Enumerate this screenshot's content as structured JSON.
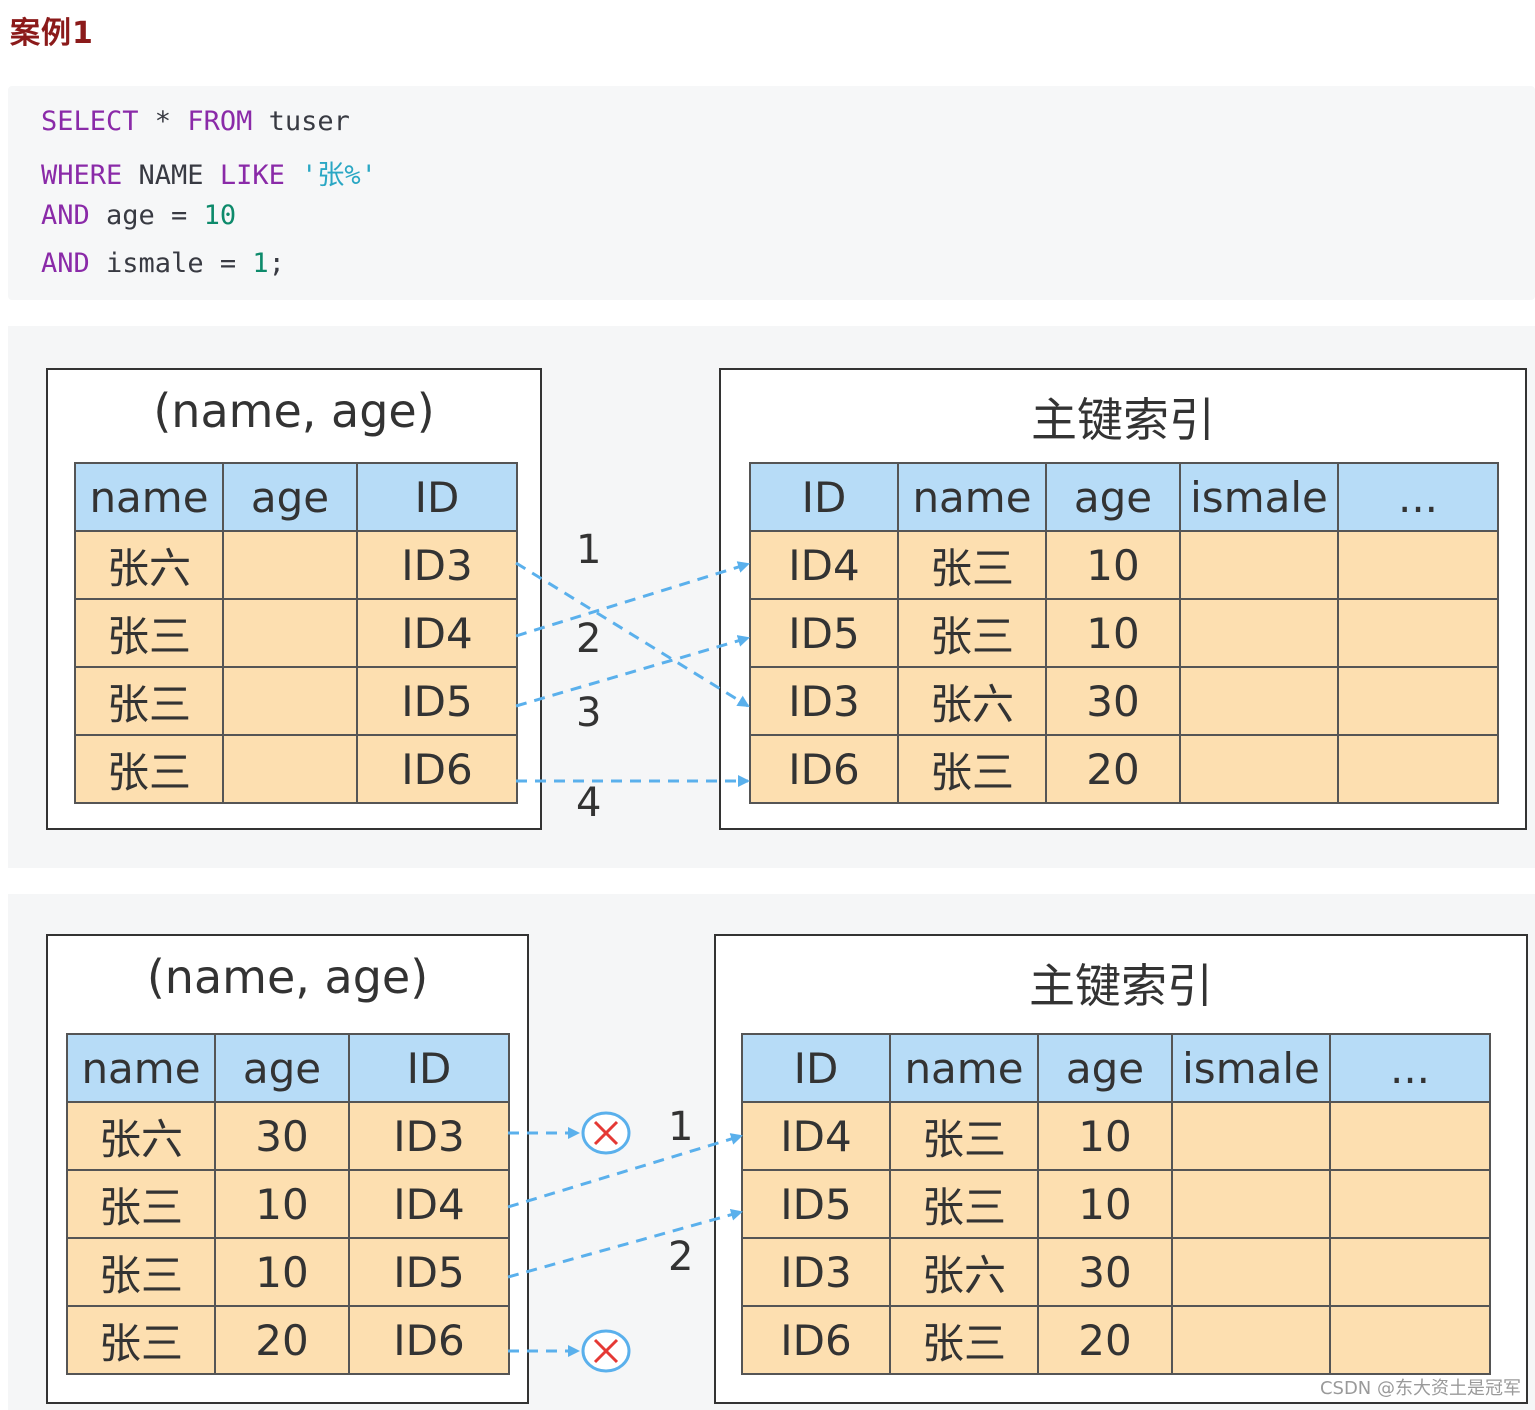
{
  "heading": "案例1",
  "code": {
    "line1": {
      "kw1": "SELECT",
      "mid": " * ",
      "kw2": "FROM",
      "rest": " tuser"
    },
    "line2": {
      "kw1": "WHERE",
      "mid": " NAME ",
      "kw2": "LIKE",
      "space": " ",
      "str": "'张%'"
    },
    "line3": {
      "kw1": "AND",
      "mid": " age = ",
      "num": "10"
    },
    "line4": {
      "kw1": "AND",
      "mid": " ismale = ",
      "num": "1",
      "end": ";"
    }
  },
  "diagram1": {
    "left_title": "(name, age)",
    "left_headers": [
      "name",
      "age",
      "ID"
    ],
    "left_rows": [
      [
        "张六",
        "",
        "ID3"
      ],
      [
        "张三",
        "",
        "ID4"
      ],
      [
        "张三",
        "",
        "ID5"
      ],
      [
        "张三",
        "",
        "ID6"
      ]
    ],
    "right_title": "主键索引",
    "right_headers": [
      "ID",
      "name",
      "age",
      "ismale",
      "..."
    ],
    "right_rows": [
      [
        "ID4",
        "张三",
        "10",
        "",
        ""
      ],
      [
        "ID5",
        "张三",
        "10",
        "",
        ""
      ],
      [
        "ID3",
        "张六",
        "30",
        "",
        ""
      ],
      [
        "ID6",
        "张三",
        "20",
        "",
        ""
      ]
    ],
    "arrow_labels": [
      "1",
      "2",
      "3",
      "4"
    ]
  },
  "diagram2": {
    "left_title": "(name, age)",
    "left_headers": [
      "name",
      "age",
      "ID"
    ],
    "left_rows": [
      [
        "张六",
        "30",
        "ID3"
      ],
      [
        "张三",
        "10",
        "ID4"
      ],
      [
        "张三",
        "10",
        "ID5"
      ],
      [
        "张三",
        "20",
        "ID6"
      ]
    ],
    "right_title": "主键索引",
    "right_headers": [
      "ID",
      "name",
      "age",
      "ismale",
      "..."
    ],
    "right_rows": [
      [
        "ID4",
        "张三",
        "10",
        "",
        ""
      ],
      [
        "ID5",
        "张三",
        "10",
        "",
        ""
      ],
      [
        "ID3",
        "张六",
        "30",
        "",
        ""
      ],
      [
        "ID6",
        "张三",
        "20",
        "",
        ""
      ]
    ],
    "arrow_labels": [
      "1",
      "2"
    ]
  },
  "colors": {
    "header_bg": "#b7dcf7",
    "cell_bg": "#fddfb0",
    "arrow": "#5ab0ec",
    "reject": "#e53935"
  },
  "watermark": "CSDN @东大资土是冠军"
}
